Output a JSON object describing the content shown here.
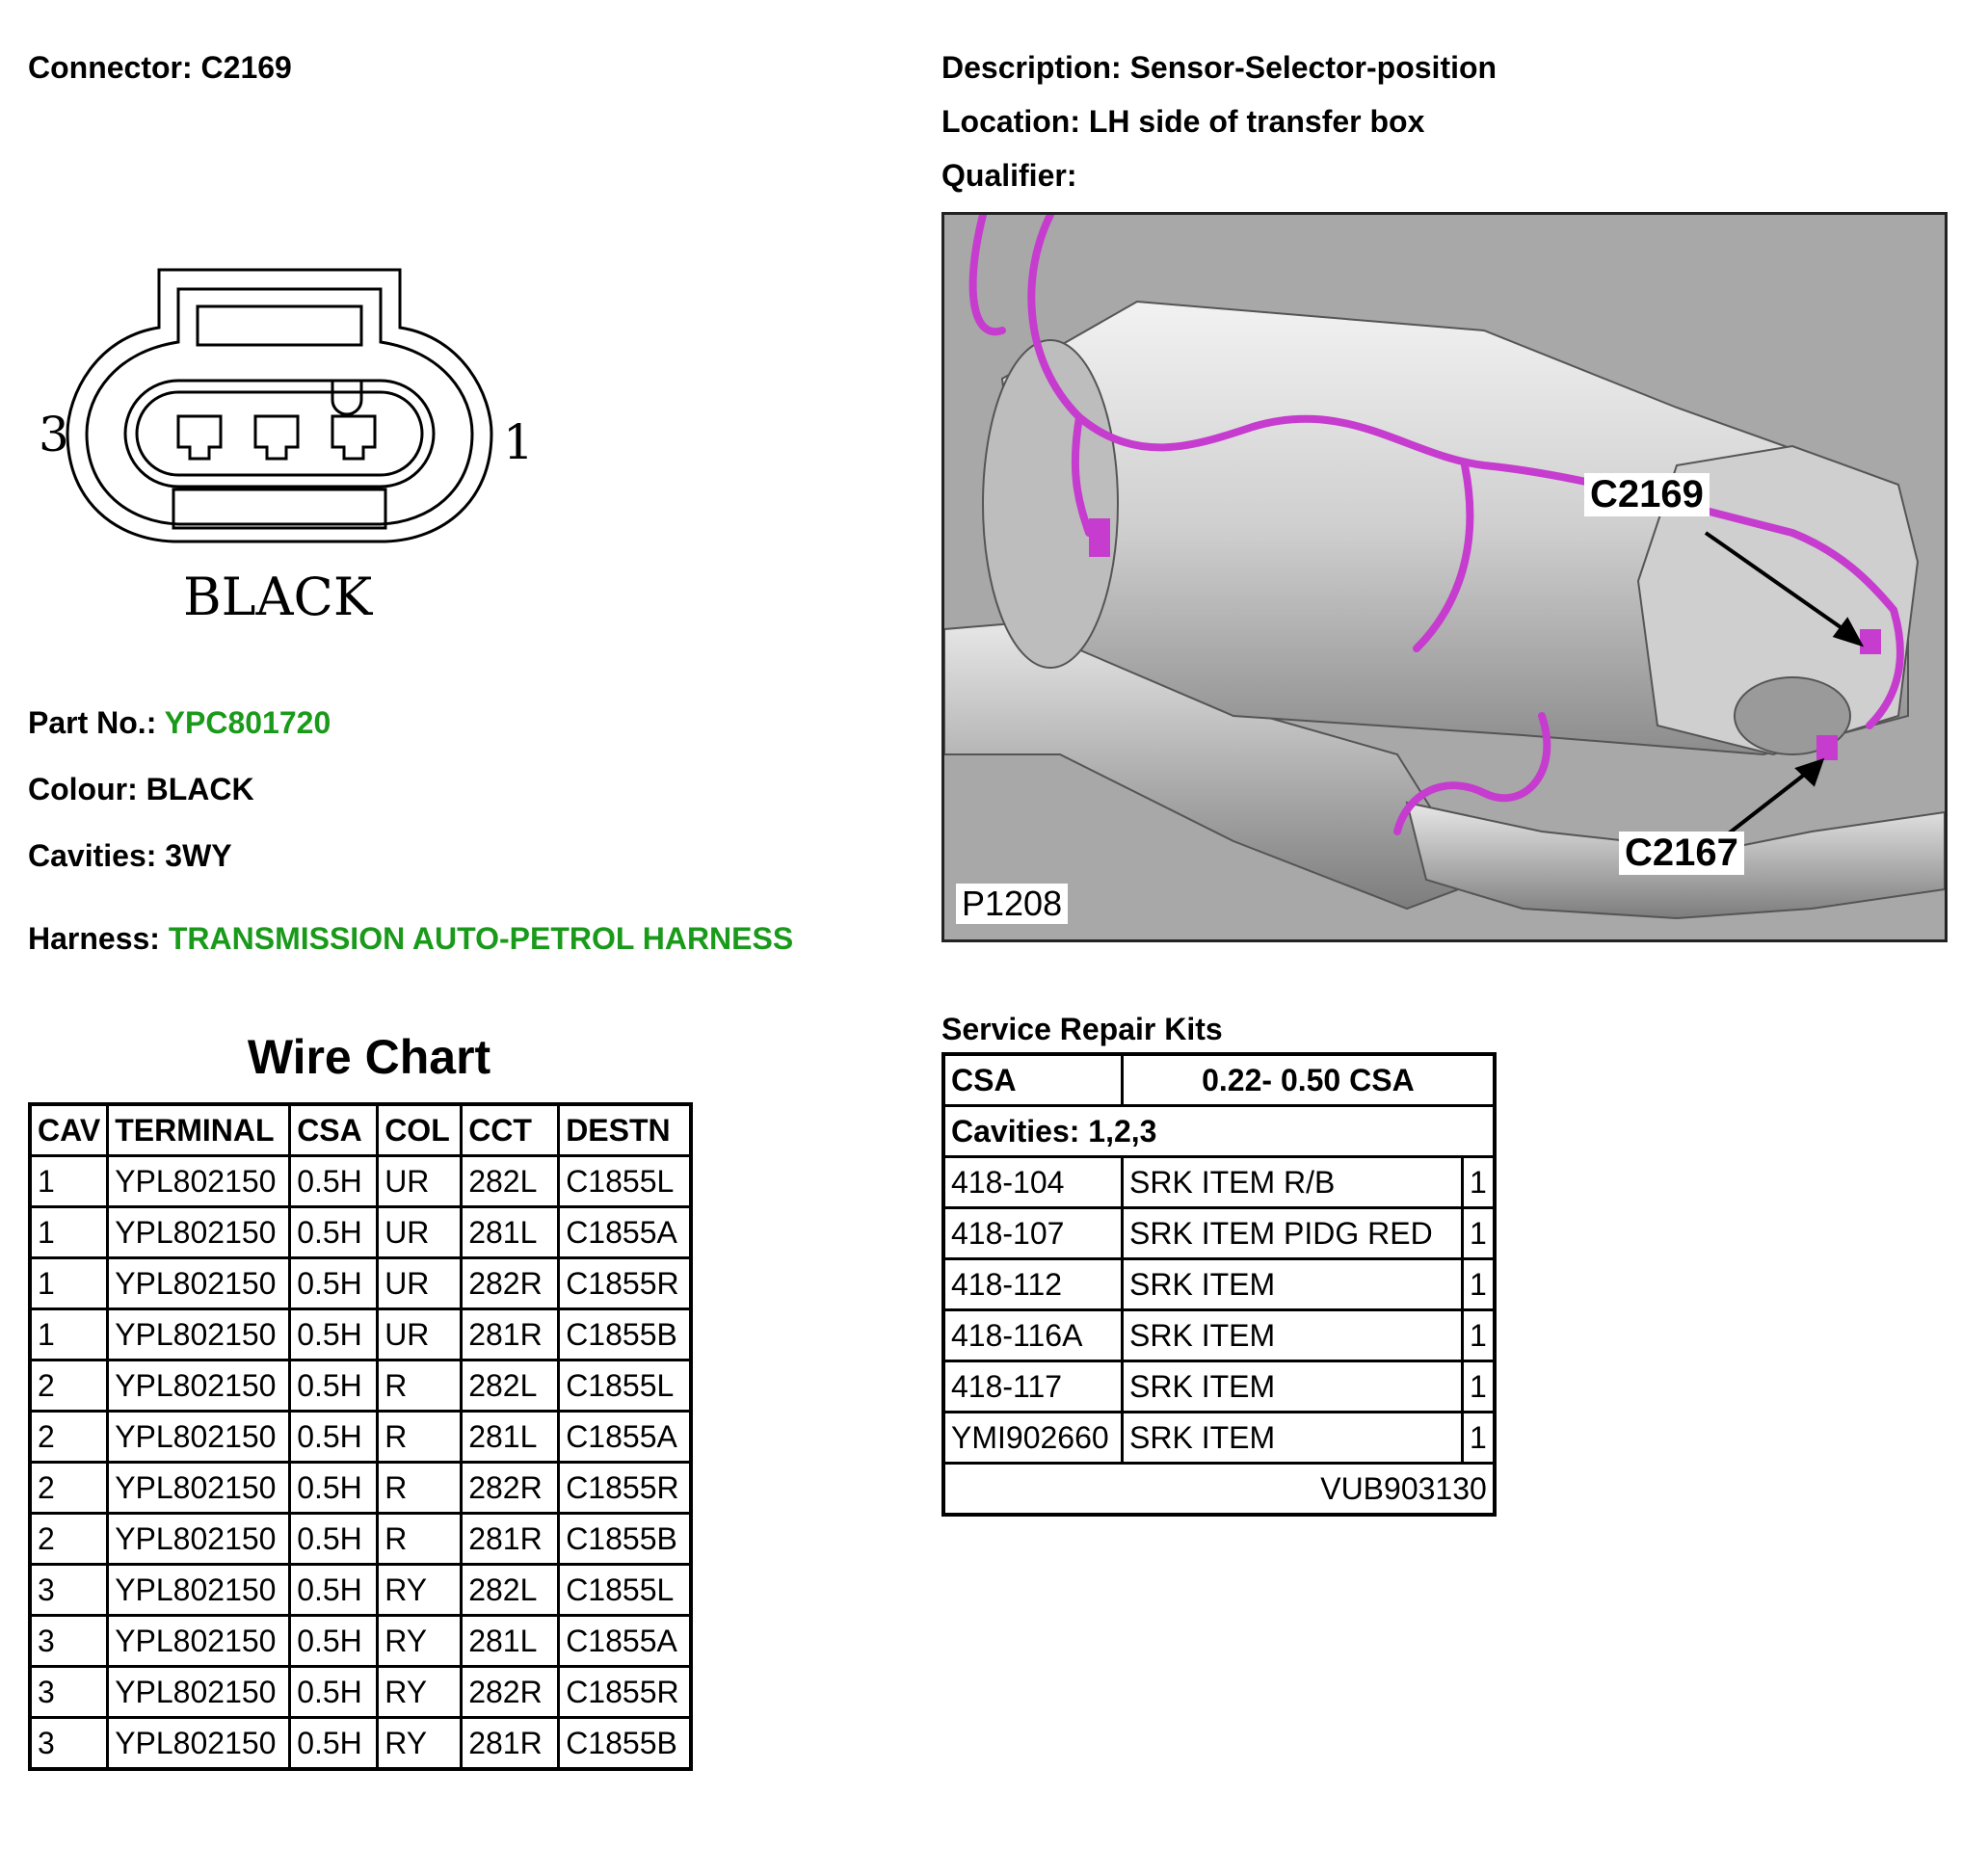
{
  "header": {
    "connector_label": "Connector:",
    "connector_value": "C2169",
    "description_label": "Description:",
    "description_value": "Sensor-Selector-position",
    "location_label": "Location:",
    "location_value": "LH side of transfer box",
    "qualifier_label": "Qualifier:",
    "qualifier_value": ""
  },
  "connector_drawing": {
    "pin_left": "3",
    "pin_right": "1",
    "colour_text": "BLACK"
  },
  "details": {
    "part_no_label": "Part No.:",
    "part_no_value": "YPC801720",
    "colour_label": "Colour:",
    "colour_value": "BLACK",
    "cavities_label": "Cavities:",
    "cavities_value": "3WY",
    "harness_label": "Harness:",
    "harness_value": "TRANSMISSION AUTO-PETROL HARNESS",
    "link_color": "#1a9a1a"
  },
  "location_picture": {
    "callout_1": "C2169",
    "callout_2": "C2167",
    "picture_id": "P1208",
    "harness_color": "#c63ccf"
  },
  "wire_chart": {
    "title": "Wire Chart",
    "headers": [
      "CAV",
      "TERMINAL",
      "CSA",
      "COL",
      "CCT",
      "DESTN"
    ],
    "rows": [
      [
        "1",
        "YPL802150",
        "0.5H",
        "UR",
        "282L",
        "C1855L"
      ],
      [
        "1",
        "YPL802150",
        "0.5H",
        "UR",
        "281L",
        "C1855A"
      ],
      [
        "1",
        "YPL802150",
        "0.5H",
        "UR",
        "282R",
        "C1855R"
      ],
      [
        "1",
        "YPL802150",
        "0.5H",
        "UR",
        "281R",
        "C1855B"
      ],
      [
        "2",
        "YPL802150",
        "0.5H",
        "R",
        "282L",
        "C1855L"
      ],
      [
        "2",
        "YPL802150",
        "0.5H",
        "R",
        "281L",
        "C1855A"
      ],
      [
        "2",
        "YPL802150",
        "0.5H",
        "R",
        "282R",
        "C1855R"
      ],
      [
        "2",
        "YPL802150",
        "0.5H",
        "R",
        "281R",
        "C1855B"
      ],
      [
        "3",
        "YPL802150",
        "0.5H",
        "RY",
        "282L",
        "C1855L"
      ],
      [
        "3",
        "YPL802150",
        "0.5H",
        "RY",
        "281L",
        "C1855A"
      ],
      [
        "3",
        "YPL802150",
        "0.5H",
        "RY",
        "282R",
        "C1855R"
      ],
      [
        "3",
        "YPL802150",
        "0.5H",
        "RY",
        "281R",
        "C1855B"
      ]
    ]
  },
  "service_repair_kits": {
    "title": "Service Repair Kits",
    "csa_label": "CSA",
    "csa_value": "0.22- 0.50 CSA",
    "cavities_text": "Cavities: 1,2,3",
    "items": [
      [
        "418-104",
        "SRK ITEM R/B",
        "1"
      ],
      [
        "418-107",
        "SRK ITEM PIDG RED",
        "1"
      ],
      [
        "418-112",
        "SRK ITEM",
        "1"
      ],
      [
        "418-116A",
        "SRK ITEM",
        "1"
      ],
      [
        "418-117",
        "SRK ITEM",
        "1"
      ],
      [
        "YMI902660",
        "SRK ITEM",
        "1"
      ]
    ],
    "kit_number": "VUB903130"
  }
}
